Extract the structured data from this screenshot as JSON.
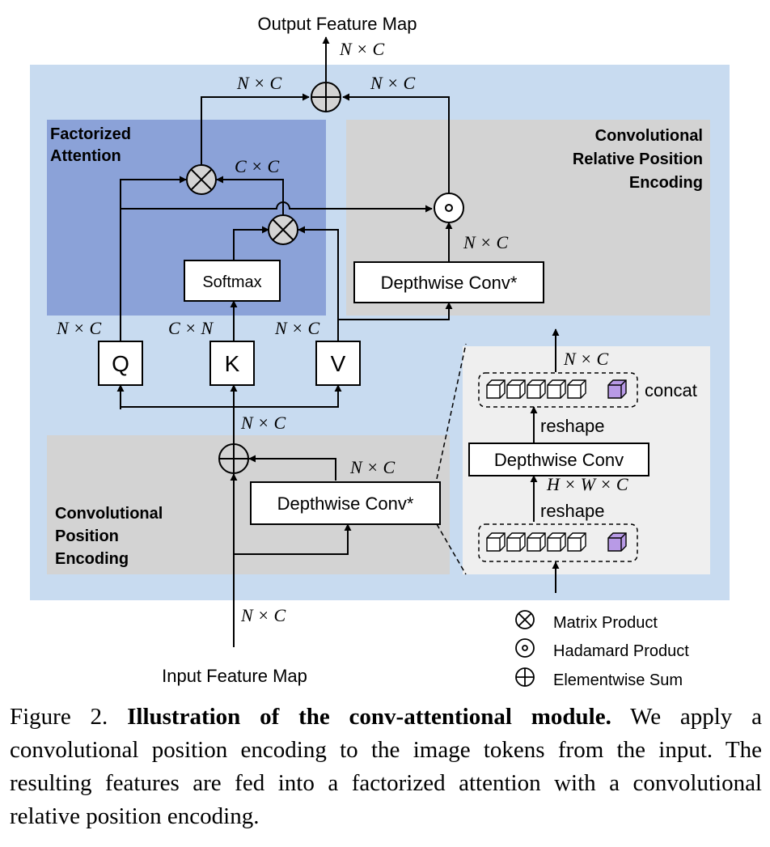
{
  "colors": {
    "outer_panel": "#c8dbf0",
    "attention_panel": "#8ba2d8",
    "crpe_panel": "#d3d3d3",
    "cpe_panel": "#d3d3d3",
    "zoom_panel": "#efefef",
    "token_fill": "#ffffff",
    "class_token_fill": "#b89ae6",
    "stroke": "#000000"
  },
  "title_top": "Output Feature Map",
  "title_bottom": "Input Feature Map",
  "panels": {
    "factorized_attention": [
      "Factorized",
      "Attention"
    ],
    "crpe": [
      "Convolutional",
      "Relative Position",
      "Encoding"
    ],
    "cpe": [
      "Convolutional",
      "Position",
      "Encoding"
    ]
  },
  "boxes": {
    "softmax": "Softmax",
    "depthwise_conv_crpe": "Depthwise Conv*",
    "depthwise_conv_cpe": "Depthwise Conv*",
    "depthwise_conv_zoom": "Depthwise Conv",
    "q": "Q",
    "k": "K",
    "v": "V"
  },
  "dims": {
    "out_top": "N × C",
    "sum_left": "N × C",
    "sum_right": "N × C",
    "cxc": "C × C",
    "conv_out": "N × C",
    "q_in": "N × C",
    "k_in": "C × N",
    "v_in": "N × C",
    "qkv_in": "N × C",
    "cpe_conv_out": "N × C",
    "input": "N × C",
    "zoom_out": "N × C",
    "zoom_hwc": "H × W × C"
  },
  "zoom": {
    "concat": "concat",
    "reshape_top": "reshape",
    "reshape_bottom": "reshape"
  },
  "legend": [
    {
      "symbol": "otimes-icon",
      "label": "Matrix Product"
    },
    {
      "symbol": "odot-icon",
      "label": "Hadamard Product"
    },
    {
      "symbol": "oplus-icon",
      "label": "Elementwise Sum"
    }
  ],
  "caption": {
    "prefix": "Figure 2.",
    "bold": "Illustration of the conv-attentional module.",
    "rest": "We apply a convolutional position encoding to the image tokens from the input. The resulting features are fed into a factorized attention with a convolutional relative position encoding."
  }
}
